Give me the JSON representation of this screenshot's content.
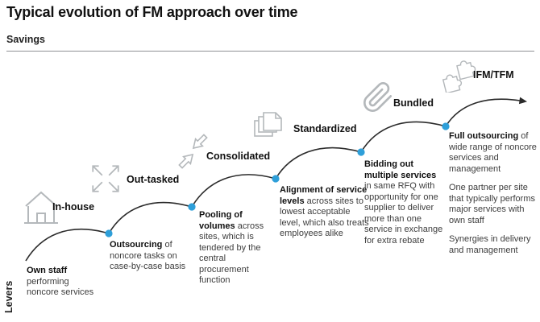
{
  "title": "Typical evolution of FM approach over time",
  "axes": {
    "top_label": "Savings",
    "left_label": "Levers"
  },
  "stages": [
    {
      "label": "In-house",
      "icon": "house-icon",
      "desc_bold": "Own staff",
      "desc_rest": " performing noncore services"
    },
    {
      "label": "Out-tasked",
      "icon": "expand-arrows-icon",
      "desc_bold": "Outsourcing",
      "desc_rest": " of noncore tasks on case-by-case basis"
    },
    {
      "label": "Consolidated",
      "icon": "consolidate-arrows-icon",
      "desc_bold": "Pooling of volumes",
      "desc_rest": " across sites, which is tendered by the central procurement function"
    },
    {
      "label": "Standardized",
      "icon": "stacked-documents-icon",
      "desc_bold": "Alignment of service levels",
      "desc_rest": " across sites to lowest acceptable level, which also treats employees alike"
    },
    {
      "label": "Bundled",
      "icon": "paperclip-icon",
      "desc_bold": "Bidding out multiple services",
      "desc_rest": " in same RFQ with opportunity for one supplier to deliver more than one service in exchange for extra rebate"
    },
    {
      "label": "IFM/TFM",
      "icon": "puzzle-icon",
      "desc_bold": "Full outsourcing",
      "desc_rest": " of wide range of noncore services and management",
      "extra_paragraphs": [
        "One partner per site that typically performs major services with own staff",
        "Synergies in delivery and management"
      ]
    }
  ],
  "colors": {
    "dot": "#2E9FD9",
    "curve": "#2b2b2b",
    "icon": "#b4b8bb",
    "text": "#3d3d3d"
  }
}
